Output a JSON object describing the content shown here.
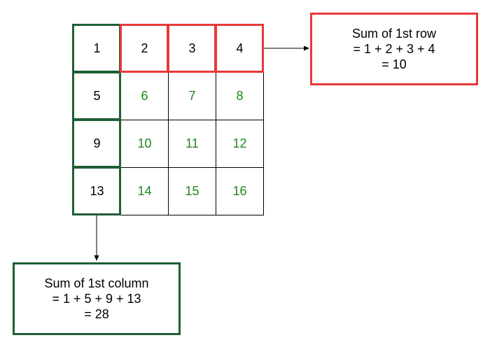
{
  "matrix": {
    "rows": [
      [
        "1",
        "2",
        "3",
        "4"
      ],
      [
        "5",
        "6",
        "7",
        "8"
      ],
      [
        "9",
        "10",
        "11",
        "12"
      ],
      [
        "13",
        "14",
        "15",
        "16"
      ]
    ]
  },
  "row_note": {
    "line1": "Sum of 1st row",
    "line2": "= 1 + 2 + 3 + 4",
    "line3": "= 10"
  },
  "column_note": {
    "line1": "Sum of 1st column",
    "line2": "= 1 + 5 + 9 + 13",
    "line3": "= 28"
  },
  "colors": {
    "row_highlight": "#e8383a",
    "column_highlight": "#1e5e34",
    "inner_text": "#1a8a1a",
    "edge_text": "#000000"
  }
}
